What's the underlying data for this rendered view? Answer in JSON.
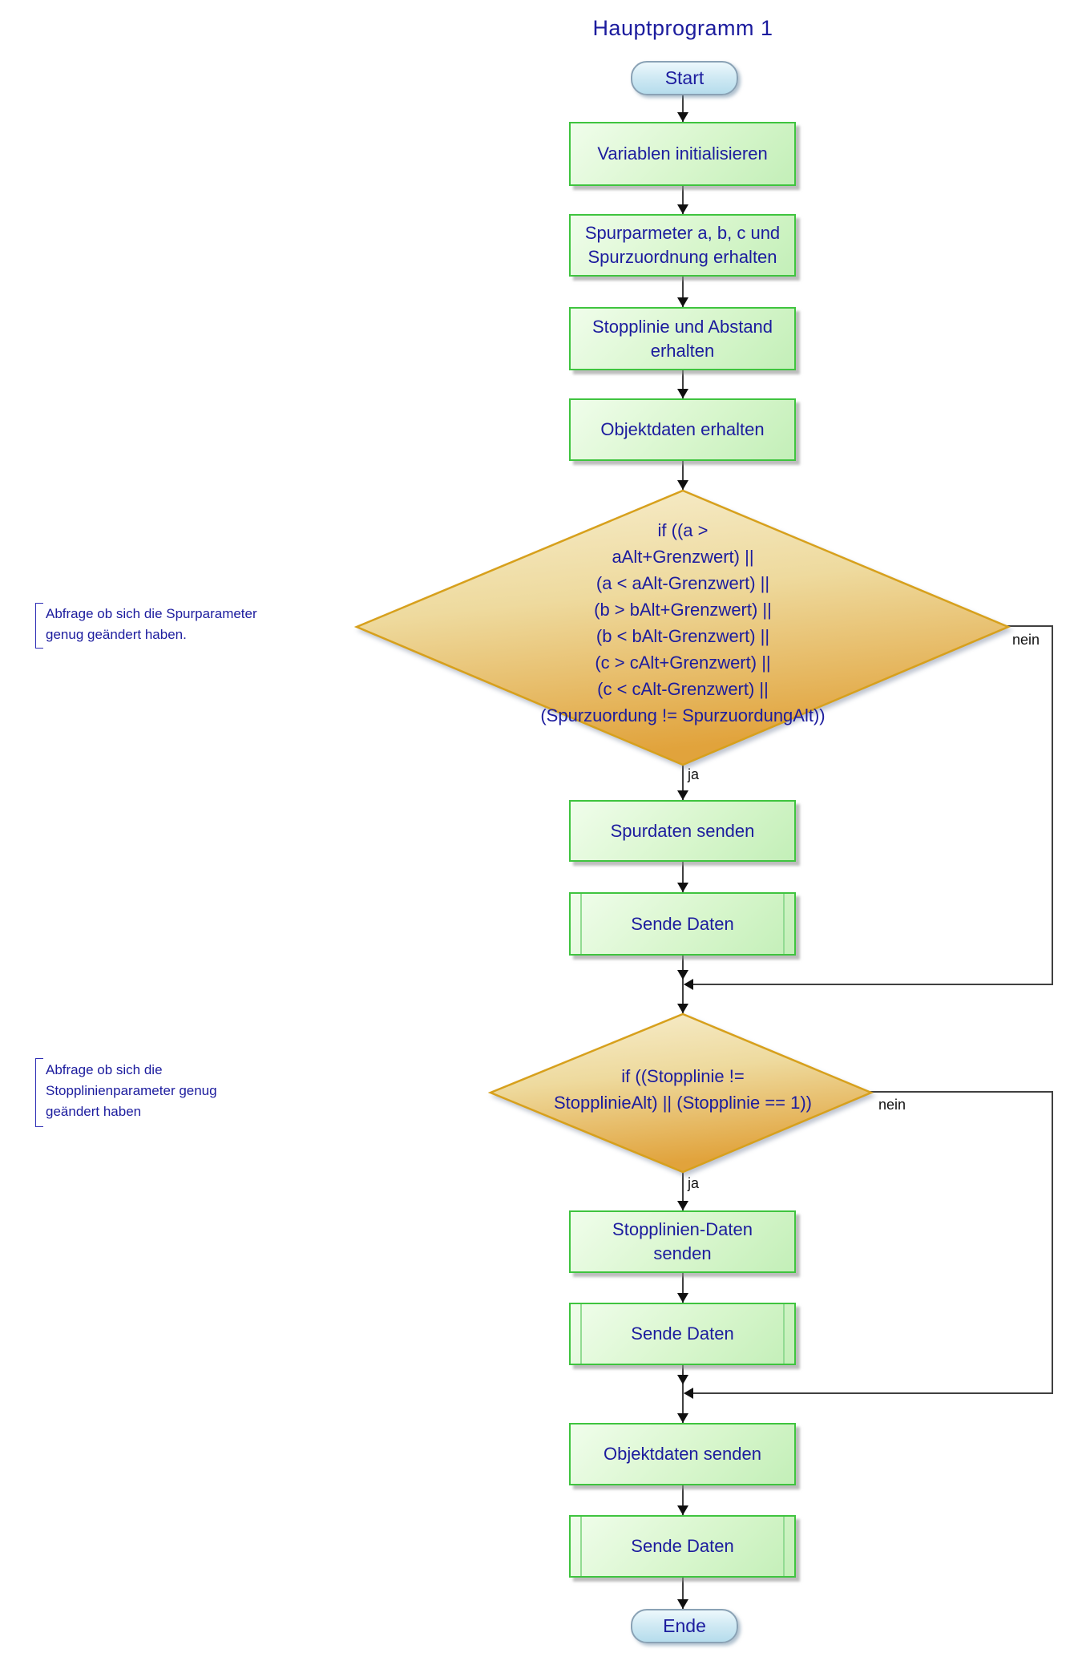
{
  "title": "Hauptprogramm 1",
  "nodes": {
    "start": {
      "label": "Start"
    },
    "p_init": {
      "lines": [
        "Variablen initialisieren"
      ]
    },
    "p_spurparam": {
      "lines": [
        "Spurparmeter a, b, c und",
        "Spurzuordnung erhalten"
      ]
    },
    "p_stopplinie": {
      "lines": [
        "Stopplinie und Abstand",
        "erhalten"
      ]
    },
    "p_objekt_erhalten": {
      "lines": [
        "Objektdaten erhalten"
      ]
    },
    "d_spur": {
      "lines": [
        "if ((a >",
        "aAlt+Grenzwert) ||",
        "(a < aAlt-Grenzwert) ||",
        "(b > bAlt+Grenzwert) ||",
        "(b < bAlt-Grenzwert) ||",
        "(c > cAlt+Grenzwert) ||",
        "(c < cAlt-Grenzwert) ||",
        "(Spurzuordung != SpurzuordungAlt))"
      ]
    },
    "p_spurdaten": {
      "lines": [
        "Spurdaten senden"
      ]
    },
    "s_sende1": {
      "label": "Sende Daten"
    },
    "d_stopplinie": {
      "lines": [
        "if ((Stopplinie !=",
        "StopplinieAlt) || (Stopplinie == 1))"
      ]
    },
    "p_stoppdaten": {
      "lines": [
        "Stopplinien-Daten",
        "senden"
      ]
    },
    "s_sende2": {
      "label": "Sende Daten"
    },
    "p_objekt_senden": {
      "lines": [
        "Objektdaten senden"
      ]
    },
    "s_sende3": {
      "label": "Sende Daten"
    },
    "end": {
      "label": "Ende"
    }
  },
  "edge_labels": {
    "ja1": "ja",
    "nein1": "nein",
    "ja2": "ja",
    "nein2": "nein"
  },
  "annotations": [
    {
      "lines": [
        "Abfrage ob sich die Spurparameter",
        "genug geändert haben."
      ]
    },
    {
      "lines": [
        "Abfrage ob sich die",
        "Stopplinienparameter genug",
        "geändert haben"
      ]
    }
  ],
  "colors": {
    "text": "#1c1c9e",
    "process_fill": "#d8f6cd",
    "process_border": "#3fc43f",
    "decision_fill_top": "#f7eecf",
    "decision_fill_bottom": "#e1a33c",
    "decision_border": "#d7a01c",
    "terminal_fill": "#cfe9f4",
    "terminal_border": "#8aa2b5",
    "connector": "#404040",
    "edge_label_text": "#111111"
  }
}
